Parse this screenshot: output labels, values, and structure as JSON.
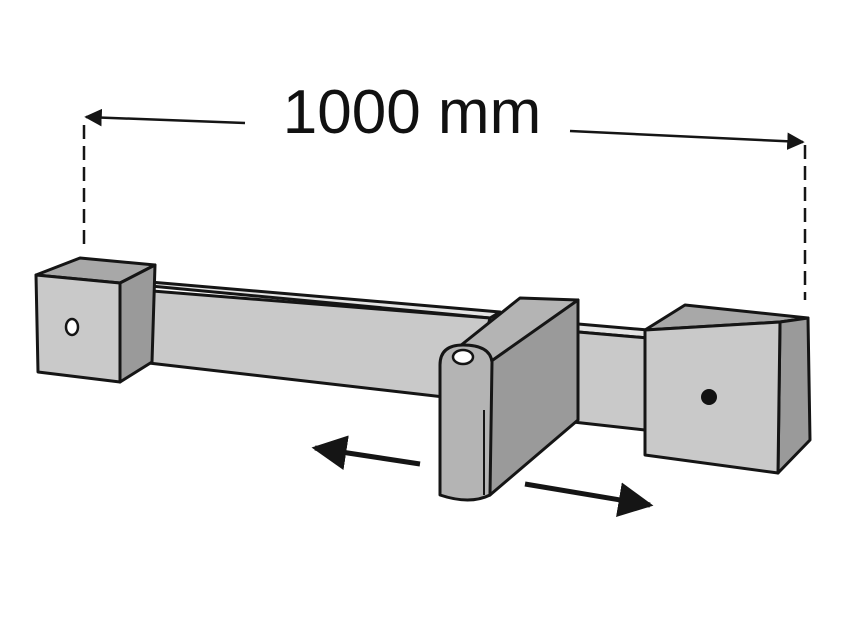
{
  "dimension": {
    "label": "1000 mm"
  },
  "colors": {
    "face_light": "#c9c9c9",
    "face_mid": "#b4b4b4",
    "face_dark": "#9a9a9a",
    "outline": "#151515"
  },
  "icons": [
    "double-arrow-length",
    "slide-left-arrow",
    "slide-right-arrow"
  ]
}
